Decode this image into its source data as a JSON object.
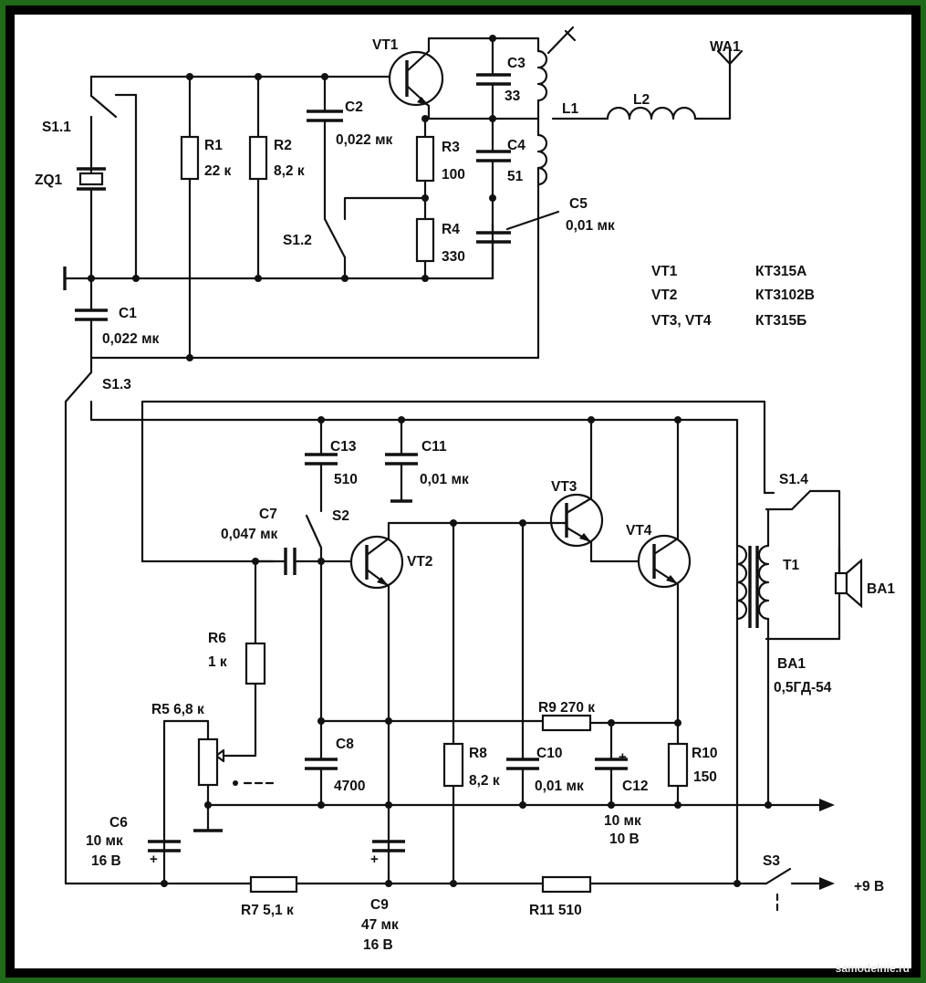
{
  "components": {
    "VT1": "VT1",
    "VT2": "VT2",
    "VT3": "VT3",
    "VT4": "VT4",
    "WA1": "WA1",
    "L1": "L1",
    "L2": "L2",
    "ZQ1": "ZQ1",
    "S1_1": "S1.1",
    "S1_2": "S1.2",
    "S1_3": "S1.3",
    "S1_4": "S1.4",
    "S2": "S2",
    "S3": "S3",
    "T1": "T1",
    "BA1": "BA1",
    "R1": "R1",
    "R1v": "22 к",
    "R2": "R2",
    "R2v": "8,2 к",
    "R3": "R3",
    "R3v": "100",
    "R4": "R4",
    "R4v": "330",
    "R5": "R5 6,8 к",
    "R6": "R6",
    "R6v": "1 к",
    "R7": "R7  5,1 к",
    "R8": "R8",
    "R8v": "8,2 к",
    "R9": "R9  270 к",
    "R10": "R10",
    "R10v": "150",
    "R11": "R11  510",
    "C1": "C1",
    "C1v": "0,022 мк",
    "C2": "C2",
    "C2v": "0,022 мк",
    "C3": "C3",
    "C3v": "33",
    "C4": "C4",
    "C4v": "51",
    "C5": "C5",
    "C5v": "0,01 мк",
    "C6": "C6",
    "C6a": "10 мк",
    "C6b": "16 В",
    "C7": "C7",
    "C7v": "0,047 мк",
    "C8": "C8",
    "C8v": "4700",
    "C9": "C9",
    "C9a": "47 мк",
    "C9b": "16 В",
    "C10": "C10",
    "C10v": "0,01 мк",
    "C11": "C11",
    "C11v": "0,01 мк",
    "C12": "C12",
    "C12a": "10 мк",
    "C12b": "10 В",
    "C13": "C13",
    "C13v": "510",
    "BA1_type": "0,5ГД-54",
    "supply": "+9 В",
    "plus": "+"
  },
  "parts_table": [
    {
      "ref": "VT1",
      "type": "КТ315А"
    },
    {
      "ref": "VT2",
      "type": "КТ3102В"
    },
    {
      "ref": "VT3, VT4",
      "type": "КТ315Б"
    }
  ],
  "watermark": "samodelnie.ru"
}
